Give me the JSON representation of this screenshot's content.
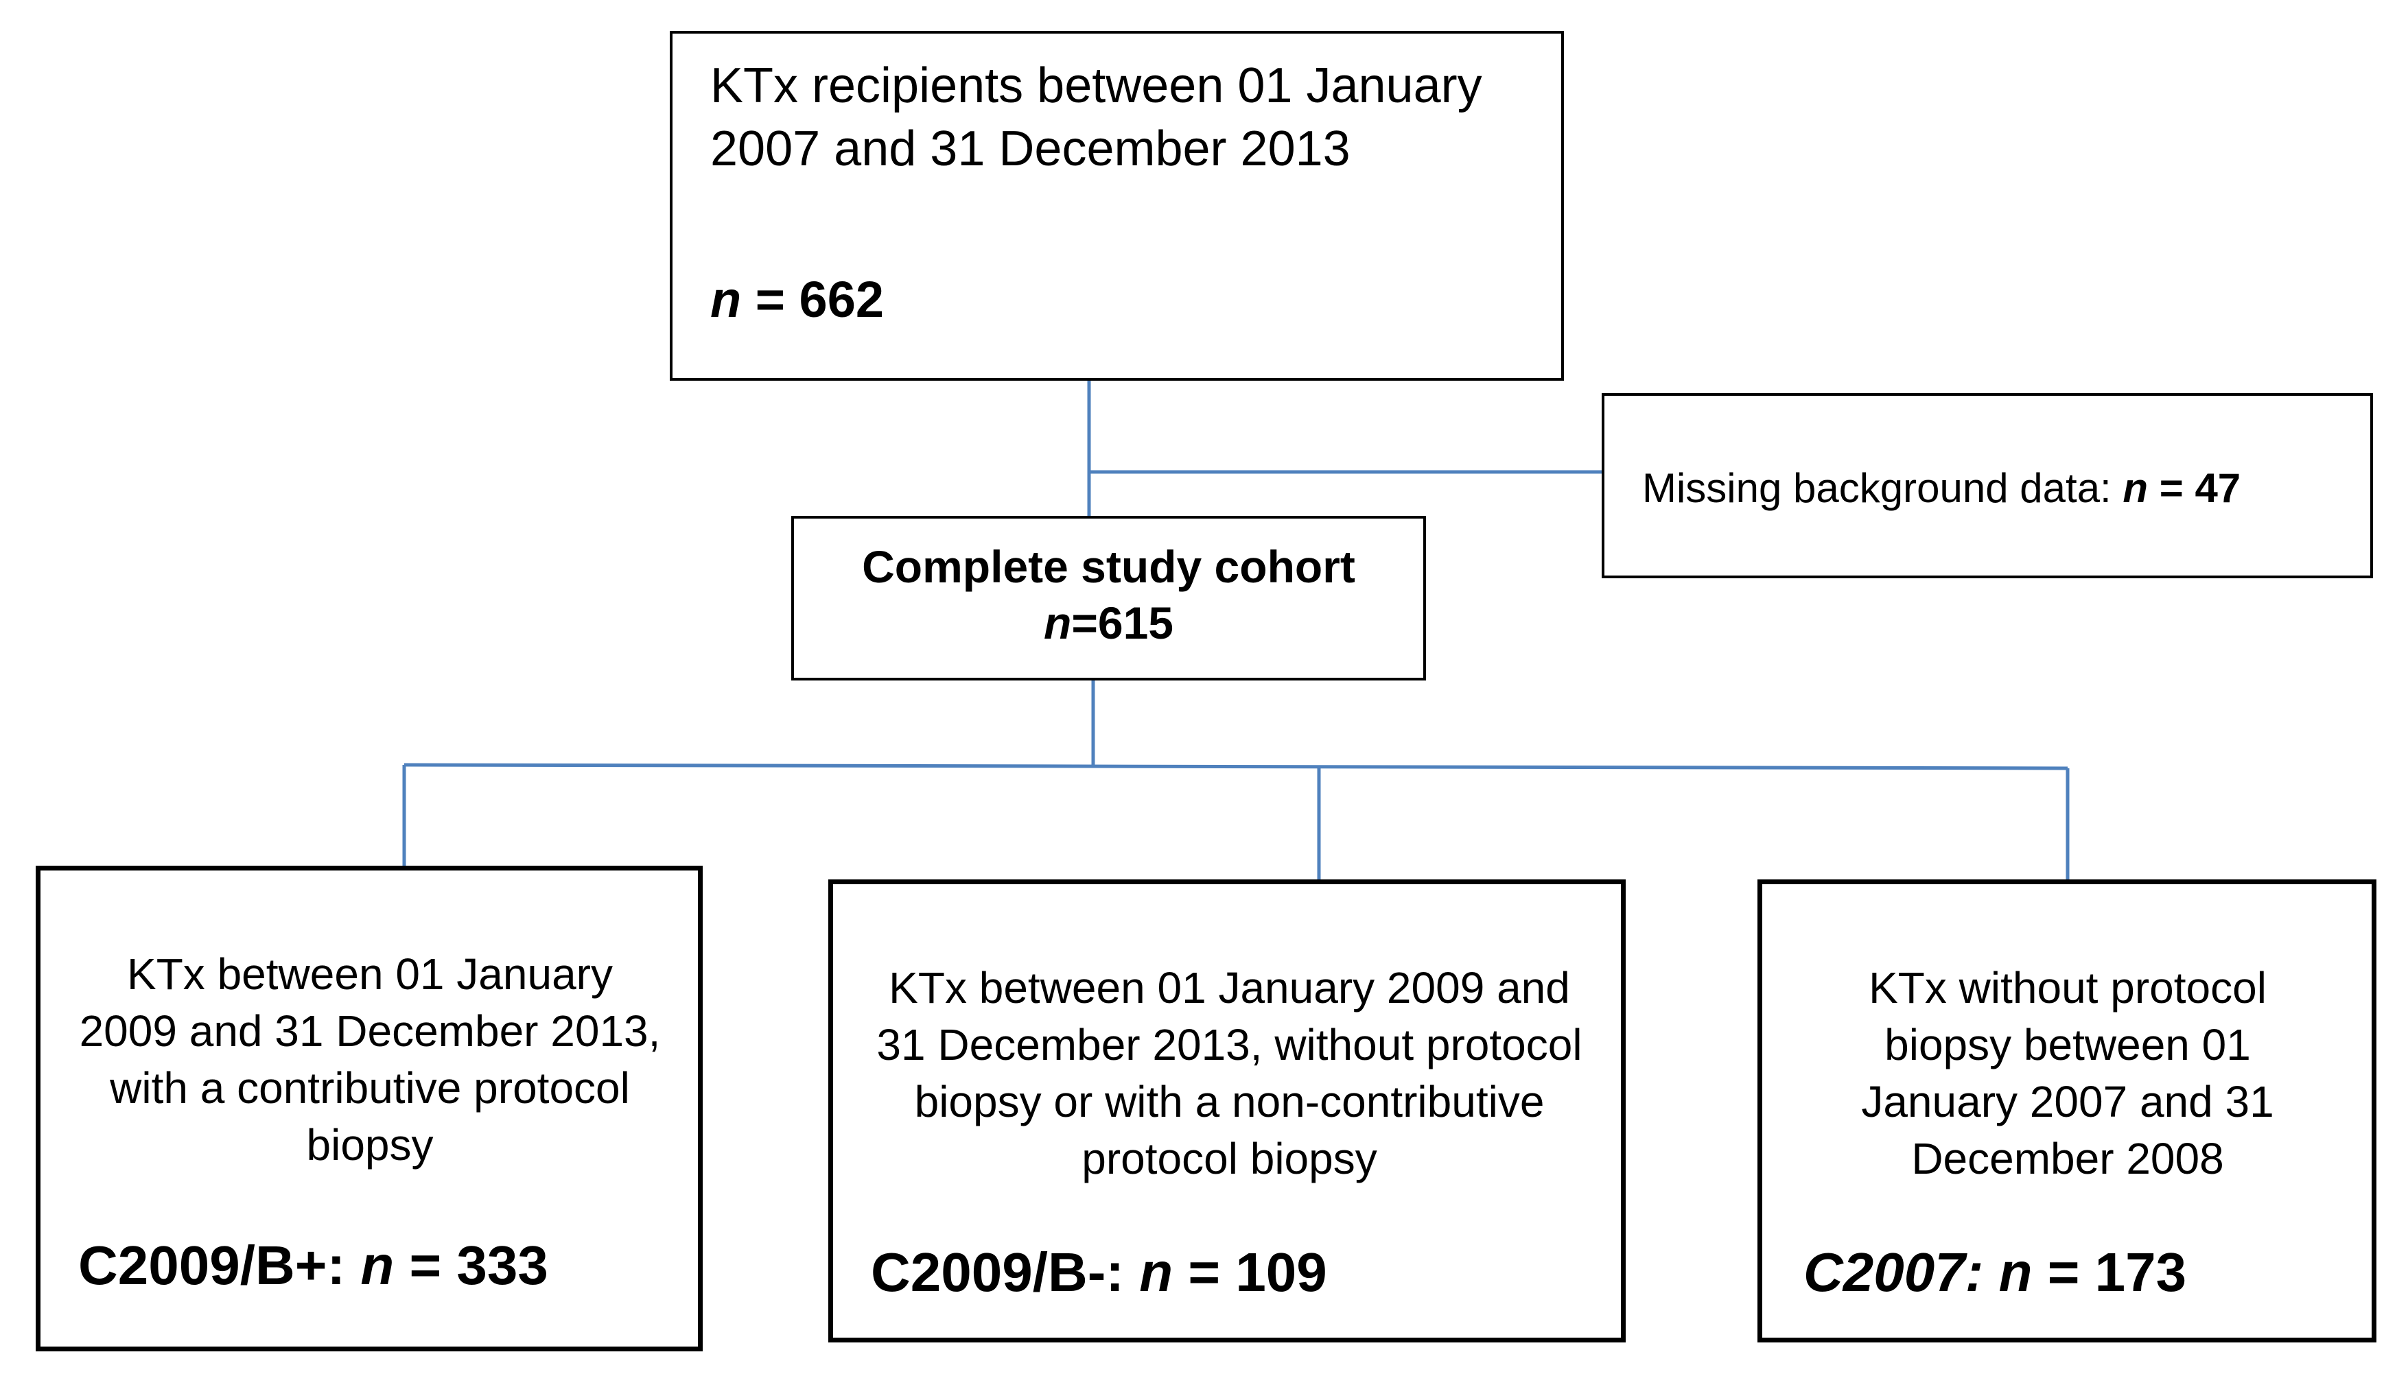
{
  "colors": {
    "connector": "#4f81bd",
    "box_border": "#000000",
    "text": "#000000",
    "background": "#ffffff"
  },
  "start": {
    "text": "KTx recipients between 01 January 2007 and 31 December 2013",
    "n_symbol": "n",
    "n_rest": " = 662"
  },
  "exclusion": {
    "text": "Missing background data: ",
    "n_symbol": "n",
    "n_rest": " = 47"
  },
  "cohort": {
    "title": "Complete study cohort",
    "n_symbol": "n",
    "n_rest": "=615"
  },
  "groups": [
    {
      "text": "KTx between 01 January 2009 and 31 December 2013, with a contributive protocol biopsy",
      "label": "C2009/B+:",
      "n_symbol": "n",
      "n_rest": " = 333"
    },
    {
      "text": "KTx between 01 January 2009 and 31 December 2013, without protocol biopsy or with a non-contributive protocol biopsy",
      "label": "C2009/B-:",
      "n_symbol": "n",
      "n_rest": " = 109"
    },
    {
      "text": "KTx without protocol biopsy between 01 January 2007 and 31 December 2008",
      "label": "C2007:",
      "n_symbol": "n",
      "n_rest": " = 173"
    }
  ]
}
